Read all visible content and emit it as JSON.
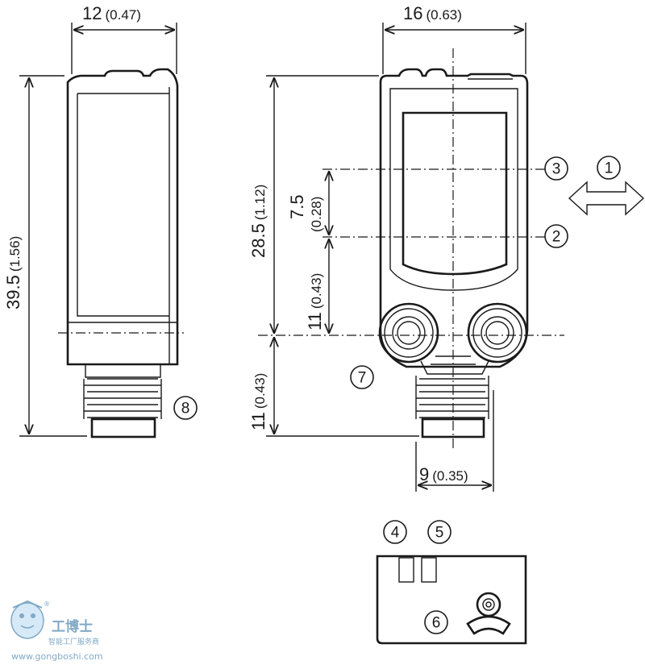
{
  "dimensions": {
    "side_width": {
      "value": "12",
      "inch": "(0.47)"
    },
    "front_width": {
      "value": "16",
      "inch": "(0.63)"
    },
    "total_height": {
      "value": "39.5",
      "inch": "(1.56)"
    },
    "body_height": {
      "value": "28.5",
      "inch": "(1.12)"
    },
    "lens_spacing": {
      "value": "7.5",
      "inch": "(0.28)"
    },
    "lens_lower": {
      "value": "11",
      "inch": "(0.43)"
    },
    "connector_height": {
      "value": "11",
      "inch": "(0.43)"
    },
    "connector_width": {
      "value": "9",
      "inch": "(0.35)"
    }
  },
  "callouts": {
    "c1": "1",
    "c2": "2",
    "c3": "3",
    "c4": "4",
    "c5": "5",
    "c6": "6",
    "c7": "7",
    "c8": "8"
  },
  "watermark": {
    "title": "工博士",
    "subtitle": "智能工厂服务商",
    "url": "www.gongboshi.com",
    "registered": "®"
  }
}
